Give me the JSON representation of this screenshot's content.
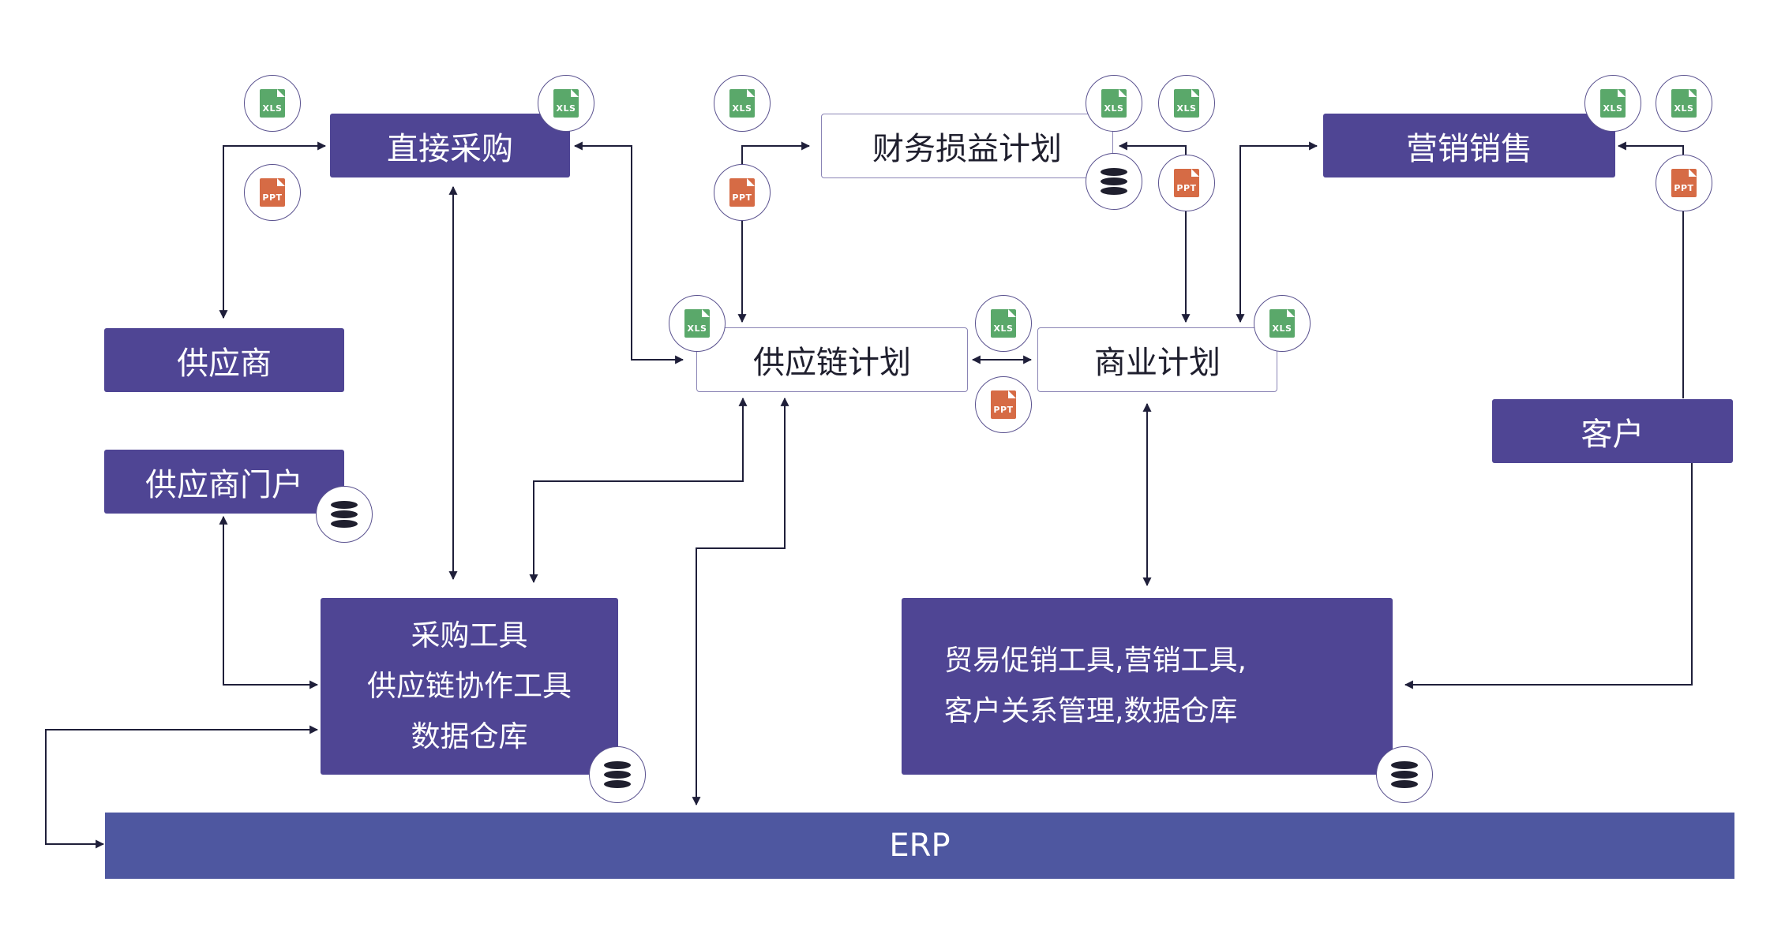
{
  "nodes": {
    "direct_purchase": "直接采购",
    "supplier": "供应商",
    "supplier_portal": "供应商门户",
    "procurement_tools": [
      "采购工具",
      "供应链协作工具",
      "数据仓库"
    ],
    "finance_plan": "财务损益计划",
    "supply_chain_plan": "供应链计划",
    "business_plan": "商业计划",
    "marketing_sales": "营销销售",
    "customer": "客户",
    "trade_tools": [
      "贸易促销工具,营销工具,",
      "客户关系管理,数据仓库"
    ],
    "erp": "ERP"
  },
  "badges": {
    "xls_label": "XLS",
    "ppt_label": "PPT"
  },
  "colors": {
    "dark_box": "#4f4594",
    "erp_bar": "#4e57a0",
    "xls": "#5aa86a",
    "ppt": "#d66b45",
    "arrow": "#1f1f3a"
  }
}
